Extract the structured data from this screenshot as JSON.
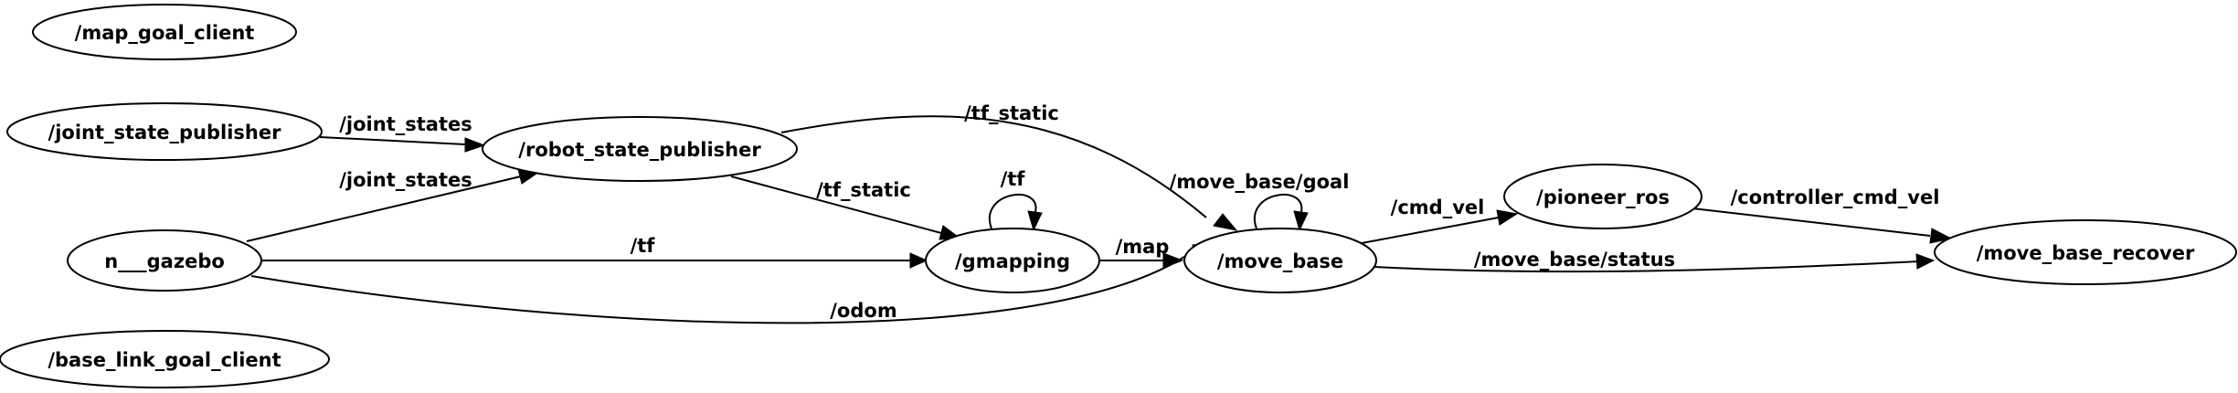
{
  "graph": {
    "nodes": {
      "map_goal_client": "/map_goal_client",
      "joint_state_publisher": "/joint_state_publisher",
      "robot_state_publisher": "/robot_state_publisher",
      "gazebo": "n___gazebo",
      "base_link_goal_client": "/base_link_goal_client",
      "gmapping": "/gmapping",
      "move_base": "/move_base",
      "pioneer_ros": "/pioneer_ros",
      "move_base_recover": "/move_base_recover"
    },
    "edges": {
      "joint_states_1": "/joint_states",
      "joint_states_2": "/joint_states",
      "tf_static_1": "/tf_static",
      "tf_static_2": "/tf_static",
      "tf_self": "/tf",
      "tf": "/tf",
      "map": "/map",
      "odom": "/odom",
      "move_base_goal": "/move_base/goal",
      "cmd_vel": "/cmd_vel",
      "controller_cmd_vel": "/controller_cmd_vel",
      "move_base_status": "/move_base/status"
    }
  }
}
